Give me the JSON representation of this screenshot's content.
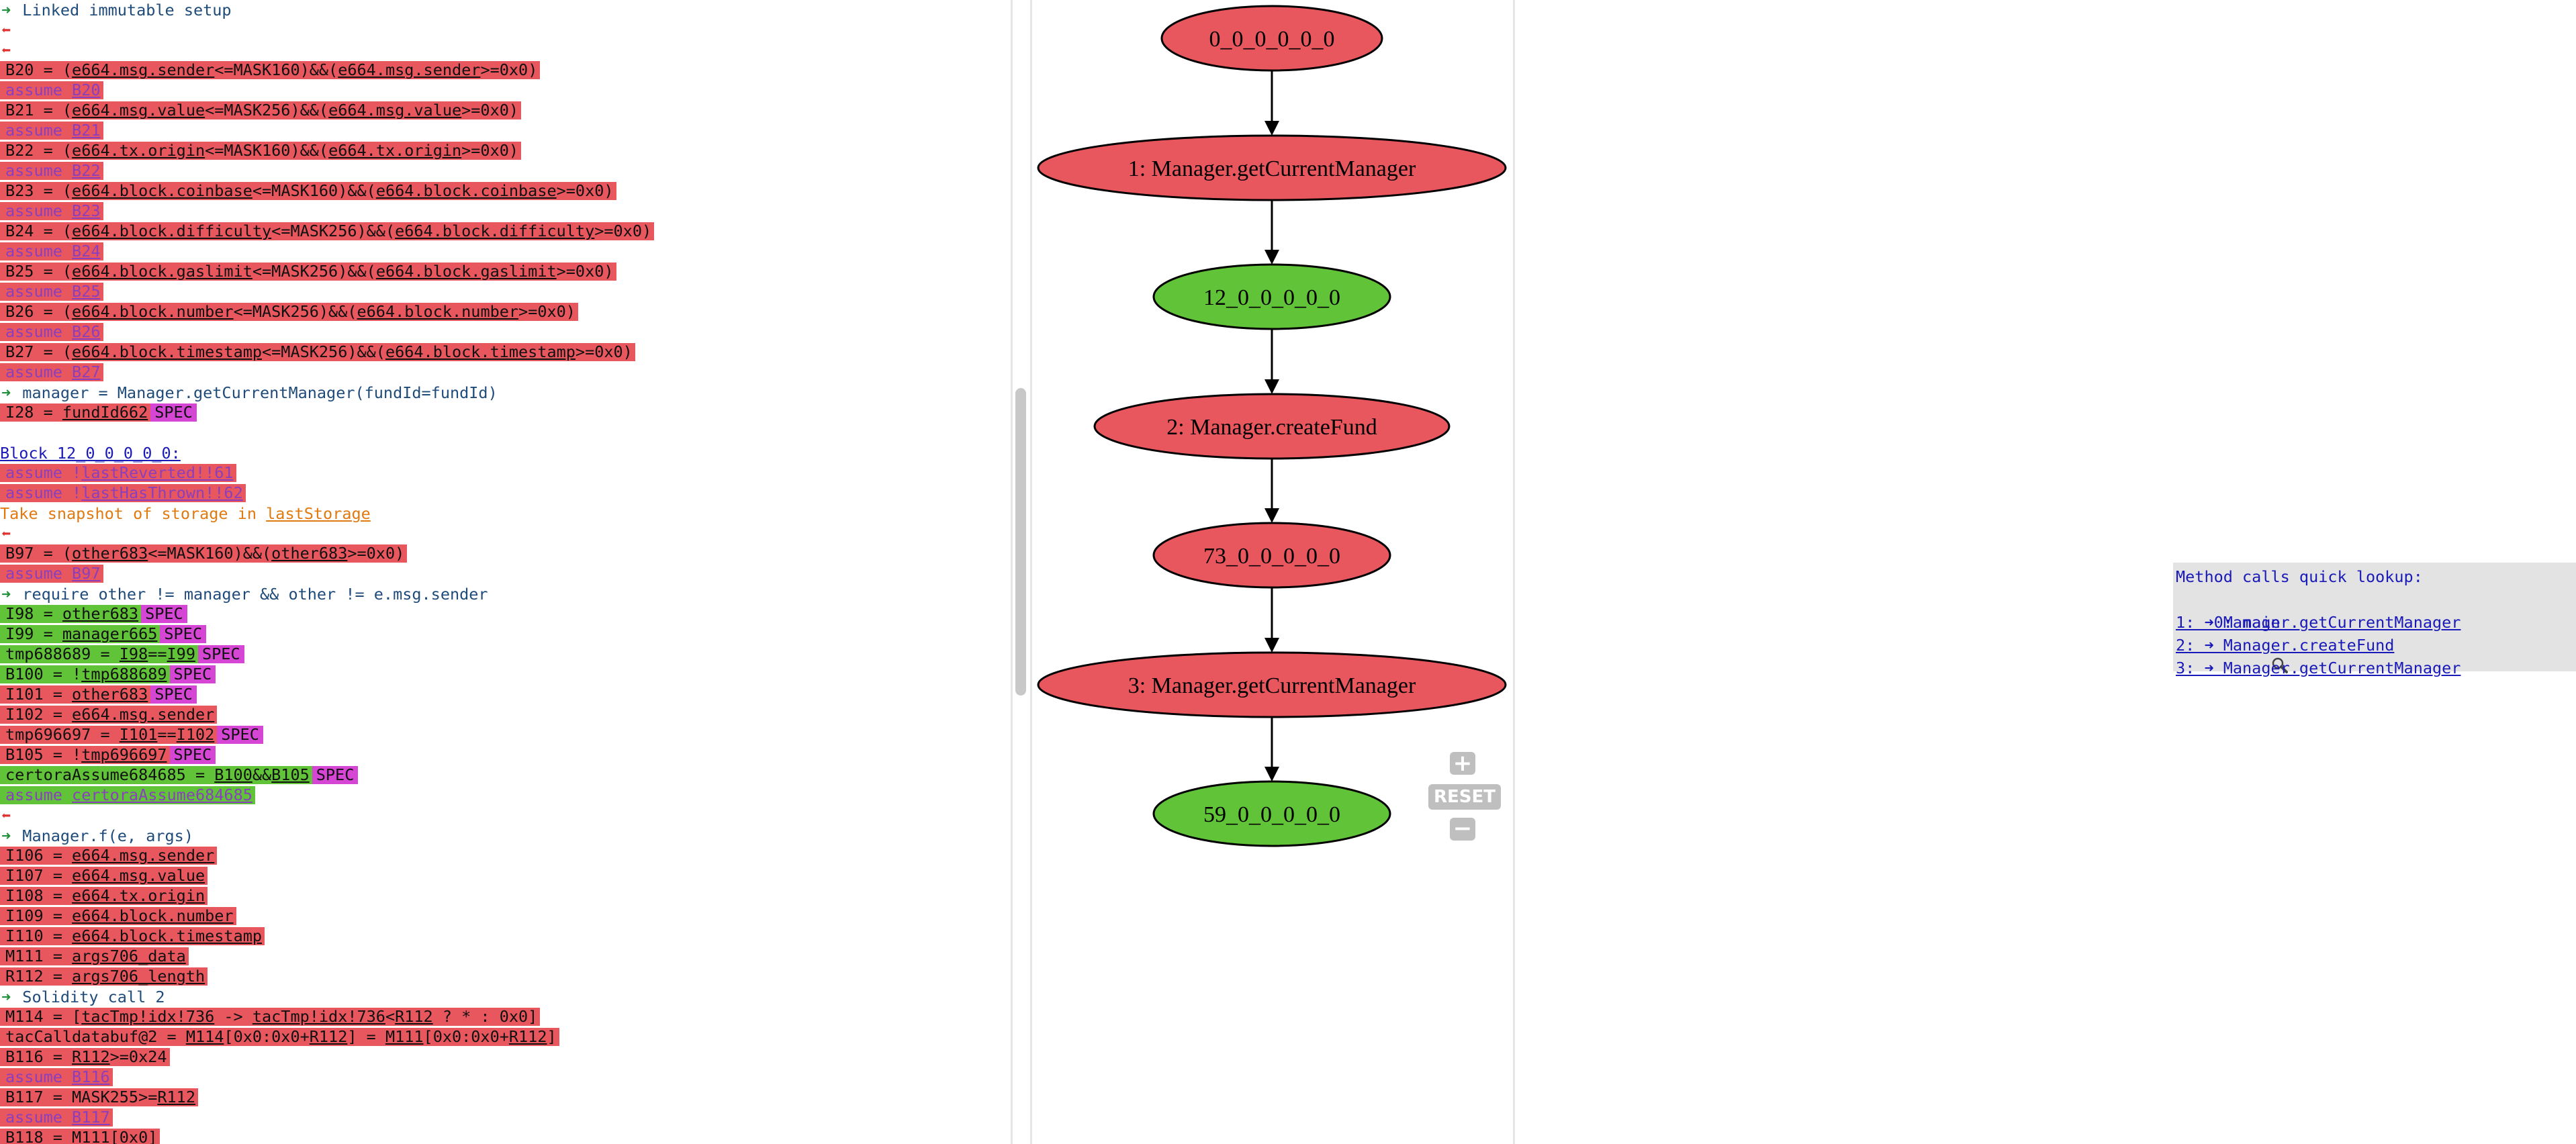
{
  "code_lines": [
    {
      "type": "arrow-fwd",
      "text": "Linked immutable setup"
    },
    {
      "type": "arrow-back"
    },
    {
      "type": "arrow-back"
    },
    {
      "type": "code",
      "color": "red",
      "parts": [
        {
          "t": "B20 = ("
        },
        {
          "t": "e664.msg.sender",
          "u": true
        },
        {
          "t": "<=MASK160)&&("
        },
        {
          "t": "e664.msg.sender",
          "u": true
        },
        {
          "t": ">=0x0)"
        }
      ]
    },
    {
      "type": "assume",
      "color": "red",
      "name": "B20"
    },
    {
      "type": "code",
      "color": "red",
      "parts": [
        {
          "t": "B21 = ("
        },
        {
          "t": "e664.msg.value",
          "u": true
        },
        {
          "t": "<=MASK256)&&("
        },
        {
          "t": "e664.msg.value",
          "u": true
        },
        {
          "t": ">=0x0)"
        }
      ]
    },
    {
      "type": "assume",
      "color": "red",
      "name": "B21"
    },
    {
      "type": "code",
      "color": "red",
      "parts": [
        {
          "t": "B22 = ("
        },
        {
          "t": "e664.tx.origin",
          "u": true
        },
        {
          "t": "<=MASK160)&&("
        },
        {
          "t": "e664.tx.origin",
          "u": true
        },
        {
          "t": ">=0x0)"
        }
      ]
    },
    {
      "type": "assume",
      "color": "red",
      "name": "B22"
    },
    {
      "type": "code",
      "color": "red",
      "parts": [
        {
          "t": "B23 = ("
        },
        {
          "t": "e664.block.coinbase",
          "u": true
        },
        {
          "t": "<=MASK160)&&("
        },
        {
          "t": "e664.block.coinbase",
          "u": true
        },
        {
          "t": ">=0x0)"
        }
      ]
    },
    {
      "type": "assume",
      "color": "red",
      "name": "B23"
    },
    {
      "type": "code",
      "color": "red",
      "parts": [
        {
          "t": "B24 = ("
        },
        {
          "t": "e664.block.difficulty",
          "u": true
        },
        {
          "t": "<=MASK256)&&("
        },
        {
          "t": "e664.block.difficulty",
          "u": true
        },
        {
          "t": ">=0x0)"
        }
      ]
    },
    {
      "type": "assume",
      "color": "red",
      "name": "B24"
    },
    {
      "type": "code",
      "color": "red",
      "parts": [
        {
          "t": "B25 = ("
        },
        {
          "t": "e664.block.gaslimit",
          "u": true
        },
        {
          "t": "<=MASK256)&&("
        },
        {
          "t": "e664.block.gaslimit",
          "u": true
        },
        {
          "t": ">=0x0)"
        }
      ]
    },
    {
      "type": "assume",
      "color": "red",
      "name": "B25"
    },
    {
      "type": "code",
      "color": "red",
      "parts": [
        {
          "t": "B26 = ("
        },
        {
          "t": "e664.block.number",
          "u": true
        },
        {
          "t": "<=MASK256)&&("
        },
        {
          "t": "e664.block.number",
          "u": true
        },
        {
          "t": ">=0x0)"
        }
      ]
    },
    {
      "type": "assume",
      "color": "red",
      "name": "B26"
    },
    {
      "type": "code",
      "color": "red",
      "parts": [
        {
          "t": "B27 = ("
        },
        {
          "t": "e664.block.timestamp",
          "u": true
        },
        {
          "t": "<=MASK256)&&("
        },
        {
          "t": "e664.block.timestamp",
          "u": true
        },
        {
          "t": ">=0x0)"
        }
      ]
    },
    {
      "type": "assume",
      "color": "red",
      "name": "B27"
    },
    {
      "type": "arrow-fwd",
      "text": "manager = Manager.getCurrentManager(fundId=fundId)"
    },
    {
      "type": "code",
      "color": "red",
      "parts": [
        {
          "t": "I28 = "
        },
        {
          "t": "fundId662",
          "u": true
        }
      ],
      "spec": true
    },
    {
      "type": "blank"
    },
    {
      "type": "block",
      "text": "Block 12_0_0_0_0_0:"
    },
    {
      "type": "assume",
      "color": "red",
      "name": "!lastReverted!!61",
      "prefix": "!"
    },
    {
      "type": "assume",
      "color": "red",
      "name": "!lastHasThrown!!62",
      "prefix": "!"
    },
    {
      "type": "snapshot",
      "text": "Take snapshot of storage in ",
      "link": "lastStorage"
    },
    {
      "type": "arrow-back"
    },
    {
      "type": "code",
      "color": "red",
      "parts": [
        {
          "t": "B97 = ("
        },
        {
          "t": "other683",
          "u": true
        },
        {
          "t": "<=MASK160)&&("
        },
        {
          "t": "other683",
          "u": true
        },
        {
          "t": ">=0x0)"
        }
      ]
    },
    {
      "type": "assume",
      "color": "red",
      "name": "B97"
    },
    {
      "type": "arrow-fwd",
      "text": "require other != manager && other != e.msg.sender"
    },
    {
      "type": "code",
      "color": "green",
      "parts": [
        {
          "t": "I98 = "
        },
        {
          "t": "other683",
          "u": true
        }
      ],
      "spec": true
    },
    {
      "type": "code",
      "color": "green",
      "parts": [
        {
          "t": "I99 = "
        },
        {
          "t": "manager665",
          "u": true
        }
      ],
      "spec": true
    },
    {
      "type": "code",
      "color": "green",
      "parts": [
        {
          "t": "tmp688689 = "
        },
        {
          "t": "I98",
          "u": true
        },
        {
          "t": "=="
        },
        {
          "t": "I99",
          "u": true
        }
      ],
      "spec": true
    },
    {
      "type": "code",
      "color": "green",
      "parts": [
        {
          "t": "B100 = !"
        },
        {
          "t": "tmp688689",
          "u": true
        }
      ],
      "spec": true
    },
    {
      "type": "code",
      "color": "red",
      "parts": [
        {
          "t": "I101 = "
        },
        {
          "t": "other683",
          "u": true
        }
      ],
      "spec": true
    },
    {
      "type": "code",
      "color": "red",
      "parts": [
        {
          "t": "I102 = "
        },
        {
          "t": "e664.msg.sender",
          "u": true
        }
      ]
    },
    {
      "type": "code",
      "color": "red",
      "parts": [
        {
          "t": "tmp696697 = "
        },
        {
          "t": "I101",
          "u": true
        },
        {
          "t": "=="
        },
        {
          "t": "I102",
          "u": true
        }
      ],
      "spec": true
    },
    {
      "type": "code",
      "color": "red",
      "parts": [
        {
          "t": "B105 = !"
        },
        {
          "t": "tmp696697",
          "u": true
        }
      ],
      "spec": true
    },
    {
      "type": "code",
      "color": "green",
      "parts": [
        {
          "t": "certoraAssume684685 = "
        },
        {
          "t": "B100",
          "u": true
        },
        {
          "t": "&&"
        },
        {
          "t": "B105",
          "u": true
        }
      ],
      "spec": true
    },
    {
      "type": "assume",
      "color": "green",
      "name": "certoraAssume684685"
    },
    {
      "type": "arrow-back"
    },
    {
      "type": "arrow-fwd",
      "text": "Manager.f(e, args)"
    },
    {
      "type": "code",
      "color": "red",
      "parts": [
        {
          "t": "I106 = "
        },
        {
          "t": "e664.msg.sender",
          "u": true
        }
      ]
    },
    {
      "type": "code",
      "color": "red",
      "parts": [
        {
          "t": "I107 = "
        },
        {
          "t": "e664.msg.value",
          "u": true
        }
      ]
    },
    {
      "type": "code",
      "color": "red",
      "parts": [
        {
          "t": "I108 = "
        },
        {
          "t": "e664.tx.origin",
          "u": true
        }
      ]
    },
    {
      "type": "code",
      "color": "red",
      "parts": [
        {
          "t": "I109 = "
        },
        {
          "t": "e664.block.number",
          "u": true
        }
      ]
    },
    {
      "type": "code",
      "color": "red",
      "parts": [
        {
          "t": "I110 = "
        },
        {
          "t": "e664.block.timestamp",
          "u": true
        }
      ]
    },
    {
      "type": "code",
      "color": "red",
      "parts": [
        {
          "t": "M111 = "
        },
        {
          "t": "args706_data",
          "u": true
        }
      ]
    },
    {
      "type": "code",
      "color": "red",
      "parts": [
        {
          "t": "R112 = "
        },
        {
          "t": "args706_length",
          "u": true
        }
      ]
    },
    {
      "type": "arrow-fwd",
      "text": "Solidity call 2"
    },
    {
      "type": "code",
      "color": "red",
      "parts": [
        {
          "t": "M114 = ["
        },
        {
          "t": "tacTmp!idx!736",
          "u": true
        },
        {
          "t": " -> "
        },
        {
          "t": "tacTmp!idx!736",
          "u": true
        },
        {
          "t": "<"
        },
        {
          "t": "R112",
          "u": true
        },
        {
          "t": " ? * : 0x0]"
        }
      ]
    },
    {
      "type": "code",
      "color": "red",
      "parts": [
        {
          "t": "tacCalldatabuf@2 = "
        },
        {
          "t": "M114",
          "u": true
        },
        {
          "t": "[0x0:0x0+"
        },
        {
          "t": "R112",
          "u": true
        },
        {
          "t": "] = "
        },
        {
          "t": "M111",
          "u": true
        },
        {
          "t": "[0x0:0x0+"
        },
        {
          "t": "R112",
          "u": true
        },
        {
          "t": "]"
        }
      ]
    },
    {
      "type": "code",
      "color": "red",
      "parts": [
        {
          "t": "B116 = "
        },
        {
          "t": "R112",
          "u": true
        },
        {
          "t": ">=0x24"
        }
      ]
    },
    {
      "type": "assume",
      "color": "red",
      "name": "B116"
    },
    {
      "type": "code",
      "color": "red",
      "parts": [
        {
          "t": "B117 = MASK255>="
        },
        {
          "t": "R112",
          "u": true
        }
      ]
    },
    {
      "type": "assume",
      "color": "red",
      "name": "B117"
    },
    {
      "type": "code",
      "color": "red",
      "parts": [
        {
          "t": "B118 = "
        },
        {
          "t": "M111",
          "u": true
        },
        {
          "t": "[0x0]"
        }
      ]
    }
  ],
  "assume_kw": "assume",
  "spec_label": "SPEC",
  "arrow_fwd_glyph": "➜",
  "arrow_back_glyph": "⬅",
  "graph": {
    "colors": {
      "red": "#e9575e",
      "green": "#60c338"
    },
    "nodes": [
      {
        "label": "0_0_0_0_0_0",
        "color": "red"
      },
      {
        "label": "1: Manager.getCurrentManager",
        "color": "red"
      },
      {
        "label": "12_0_0_0_0_0",
        "color": "green"
      },
      {
        "label": "2: Manager.createFund",
        "color": "red"
      },
      {
        "label": "73_0_0_0_0_0",
        "color": "red"
      },
      {
        "label": "3: Manager.getCurrentManager",
        "color": "red"
      },
      {
        "label": "59_0_0_0_0_0",
        "color": "green"
      }
    ]
  },
  "zoom": {
    "plus": "+",
    "reset": "RESET",
    "minus": "−"
  },
  "lookup": {
    "title": "Method calls quick lookup:",
    "items": [
      {
        "label": "0: main",
        "icon": "magnifier-icon"
      },
      {
        "label": "1: ➜ Manager.getCurrentManager"
      },
      {
        "label": "2: ➜ Manager.createFund"
      },
      {
        "label": "3: ➜ Manager.getCurrentManager"
      }
    ]
  }
}
